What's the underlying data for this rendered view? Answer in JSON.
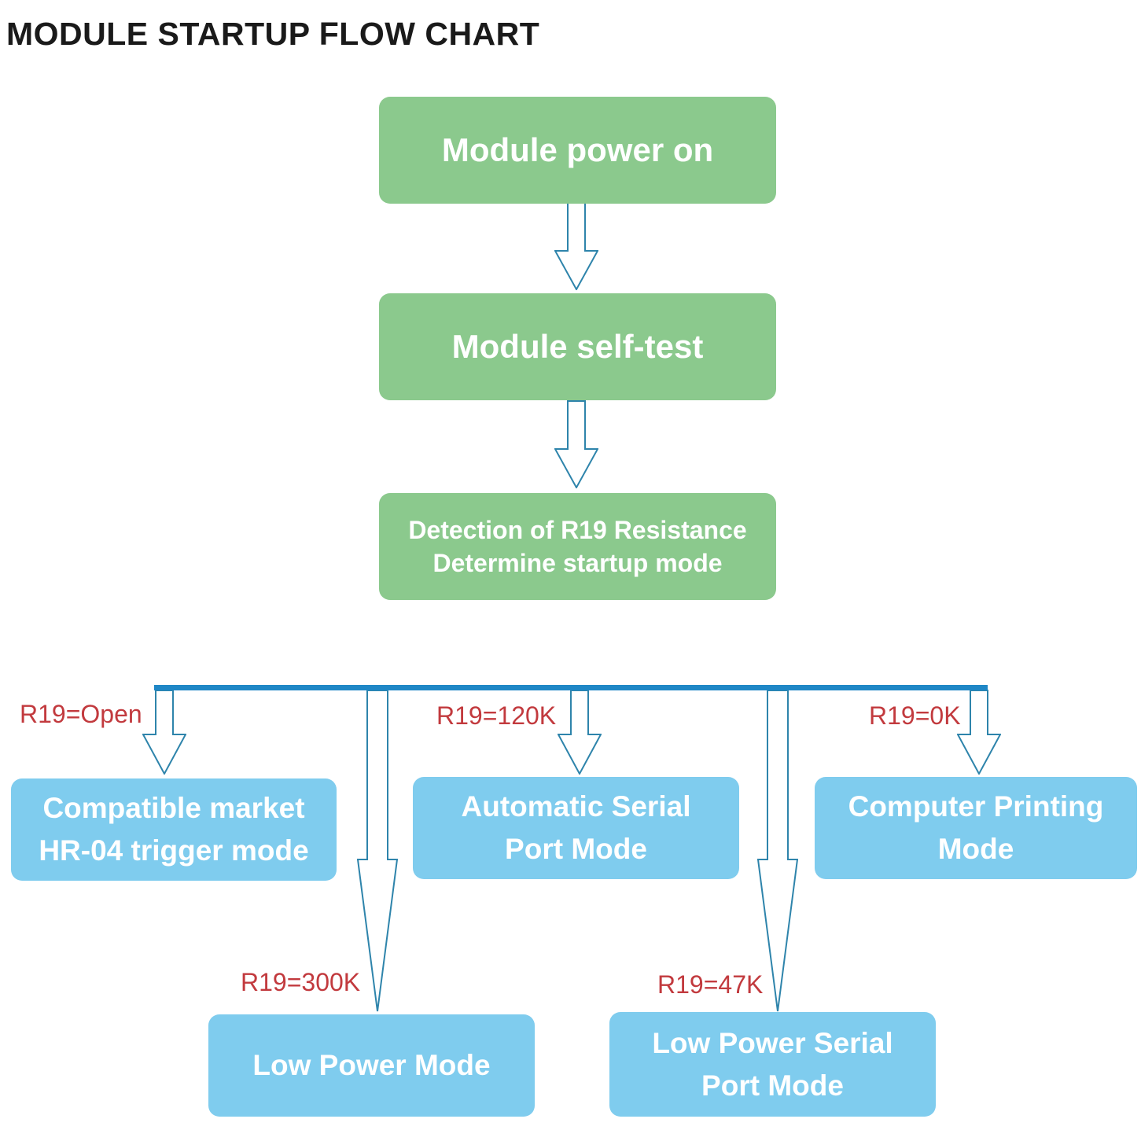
{
  "title": "MODULE STARTUP FLOW CHART",
  "colors": {
    "page_bg": "#ffffff",
    "title_text": "#1a1a1a",
    "green": "#8bc98d",
    "blue_box": "#7fccee",
    "arrow_stroke": "#2e84ab",
    "line": "#1f87c6",
    "red": "#c23a3e",
    "box_text": "#ffffff"
  },
  "nodes": {
    "power_on": {
      "label": "Module power on"
    },
    "self_test": {
      "label": "Module self-test"
    },
    "detection": {
      "line1": "Detection of R19 Resistance",
      "line2": "Determine startup mode"
    },
    "compatible": {
      "line1": "Compatible market",
      "line2": "HR-04 trigger mode"
    },
    "auto_serial": {
      "line1": "Automatic Serial",
      "line2": "Port Mode"
    },
    "computer_print": {
      "line1": "Computer Printing",
      "line2": "Mode"
    },
    "low_power": {
      "label": "Low Power Mode"
    },
    "low_power_serial": {
      "line1": "Low Power Serial",
      "line2": "Port Mode"
    }
  },
  "branch_labels": {
    "open": "R19=Open",
    "k120": "R19=120K",
    "k0": "R19=0K",
    "k300": "R19=300K",
    "k47": "R19=47K"
  }
}
